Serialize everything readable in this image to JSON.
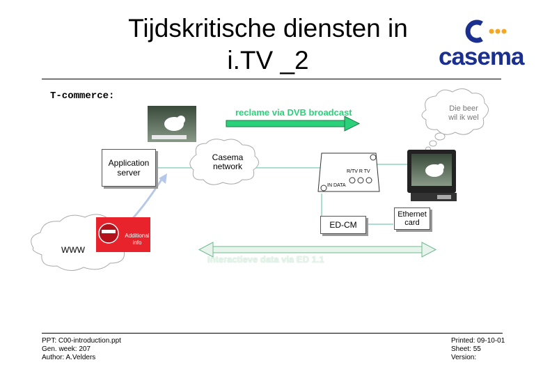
{
  "slide": {
    "title_line1": "Tijdskritische diensten in",
    "title_line2": "i.TV _2",
    "section": "T-commerce:"
  },
  "logo": {
    "wordmark": "casema",
    "brand_color": "#1b2f8f",
    "dots_color": "#f5a623"
  },
  "diagram": {
    "broadcast_label": "reclame via DVB broadcast",
    "thought_bubble": [
      "Die beer",
      "wil ik wel"
    ],
    "app_server": [
      "Application",
      "server"
    ],
    "casema_network": [
      "Casema",
      "network"
    ],
    "stb_buttons": "R/TV  R  TV",
    "stb_port": "IN DATA",
    "ed_cm": "ED-CM",
    "ethernet": [
      "Ethernet",
      "card"
    ],
    "www": "WWW",
    "additional": [
      "Additional",
      "info"
    ],
    "interactive_label": "Interactieve data via ED 1.1",
    "arrow_color": "#2bd17a"
  },
  "footer": {
    "left": [
      "PPT: C00-introduction.ppt",
      "Gen. week: 207",
      "Author: A.Velders"
    ],
    "right": [
      "Printed: 09-10-01",
      "Sheet: 55",
      "Version:"
    ]
  }
}
